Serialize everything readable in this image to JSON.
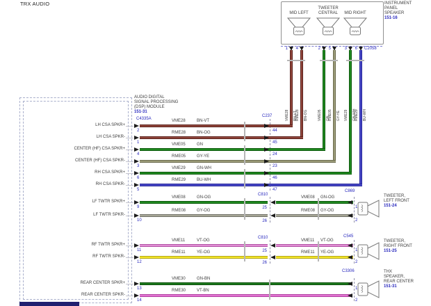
{
  "title": "TRX AUDIO",
  "instrument_panel_speaker": {
    "name_line1": "INSTRUMENT",
    "name_line2": "PANEL",
    "name_line3": "SPEAKER",
    "page_ref": "151-16",
    "connector": "C2058",
    "mid_left": "MID LEFT",
    "tweeter_central_line1": "TWEETER",
    "tweeter_central_line2": "CENTRAL",
    "mid_right": "MID RIGHT"
  },
  "dsp_module": {
    "line1": "AUDIO DIGITAL",
    "line2": "SIGNAL PROCESSING",
    "line3": "(DSP) MODULE",
    "page_ref": "151-31",
    "connector": "C4335A"
  },
  "connectors": {
    "c237": "C237",
    "inline_left": "C810",
    "inline_right": "C810"
  },
  "top_wires": [
    {
      "pin": "1",
      "code": "VME28",
      "color": "BN-VT",
      "hex": "#91463c",
      "edge": "#5a211b"
    },
    {
      "pin": "4",
      "code": "RME28",
      "color": "BN-OG",
      "hex": "#91463c",
      "edge": "#5a211b"
    },
    {
      "pin": "2",
      "code": "VME05",
      "color": "GN",
      "hex": "#218a21",
      "edge": "#0c5a0c"
    },
    {
      "pin": "5",
      "code": "RME05",
      "color": "GY-YE",
      "hex": "#9b9b79",
      "edge": "#6c6c4e"
    },
    {
      "pin": "3",
      "code": "VME29",
      "color": "GN-WH",
      "hex": "#218a21",
      "edge": "#0c5a0c"
    },
    {
      "pin": "6",
      "code": "RME29",
      "color": "BU-WH",
      "hex": "#4a4ac6",
      "edge": "#23239a"
    }
  ],
  "rows": [
    {
      "label": "LH CSA SPKR+",
      "module_pin": "2",
      "code": "VME28",
      "color": "BN-VT",
      "hex": "#91463c",
      "edge": "#5a211b",
      "c237_pin": "44"
    },
    {
      "label": "LH CSA SPKR-",
      "module_pin": "1",
      "code": "RME28",
      "color": "BN-OG",
      "hex": "#91463c",
      "edge": "#5a211b",
      "c237_pin": "45"
    },
    {
      "label": "CENTER (HF) CSA SPKR+",
      "module_pin": "4",
      "code": "VME05",
      "color": "GN",
      "hex": "#218a21",
      "edge": "#0c5a0c",
      "c237_pin": "24"
    },
    {
      "label": "CENTER (HF) CSA SPKR-",
      "module_pin": "3",
      "code": "RME05",
      "color": "GY-YE",
      "hex": "#9b9b79",
      "edge": "#6c6c4e",
      "c237_pin": "23"
    },
    {
      "label": "RH CSA SPKR+",
      "module_pin": "6",
      "code": "VME29",
      "color": "GN-WH",
      "hex": "#218a21",
      "edge": "#0c5a0c",
      "c237_pin": "46"
    },
    {
      "label": "RH CSA SPKR-",
      "module_pin": "5",
      "code": "RME29",
      "color": "BU-WH",
      "hex": "#4a4ac6",
      "edge": "#23239a",
      "c237_pin": "47"
    },
    {
      "label": "LF TWTR SPKR+",
      "module_pin": "9",
      "code": "VME08",
      "color": "GN-OG",
      "hex": "#218a21",
      "edge": "#0c5a0c",
      "inline_pin": "25",
      "spk_pin": "1"
    },
    {
      "label": "LF TWTR SPKR-",
      "module_pin": "10",
      "code": "RME08",
      "color": "GY-OG",
      "hex": "#a6a696",
      "edge": "#73736a",
      "inline_pin": "26",
      "spk_pin": "2"
    },
    {
      "label": "RF TWTR SPKR+",
      "module_pin": "11",
      "code": "VME11",
      "color": "VT-OG",
      "hex": "#e18ed4",
      "edge": "#b253a4",
      "inline_pin": "25",
      "spk_pin": "1"
    },
    {
      "label": "RF TWTR SPKR-",
      "module_pin": "12",
      "code": "RME11",
      "color": "YE-OG",
      "hex": "#f3e62a",
      "edge": "#b3a714",
      "inline_pin": "26",
      "spk_pin": "2"
    },
    {
      "label": "REAR CENTER SPKR+",
      "module_pin": "13",
      "code": "VME30",
      "color": "GN-BN",
      "hex": "#1d7a1d",
      "edge": "#0c4f0c",
      "spk_pin": "1"
    },
    {
      "label": "REAR CENTER SPKR-",
      "module_pin": "14",
      "code": "RME30",
      "color": "VT-BN",
      "hex": "#e273d2",
      "edge": "#b03fa0",
      "spk_pin": "2"
    }
  ],
  "right_speakers": [
    {
      "connector": "C869",
      "line1": "TWEETER,",
      "line2": "LEFT FRONT",
      "page_ref": "151-24"
    },
    {
      "connector": "C545",
      "line1": "TWEETER,",
      "line2": "RIGHT FRONT",
      "page_ref": "151-25"
    },
    {
      "connector": "C3306",
      "line1": "THX",
      "line2": "SPEAKER,",
      "line3": "REAR CENTER",
      "page_ref": "151-31"
    }
  ]
}
